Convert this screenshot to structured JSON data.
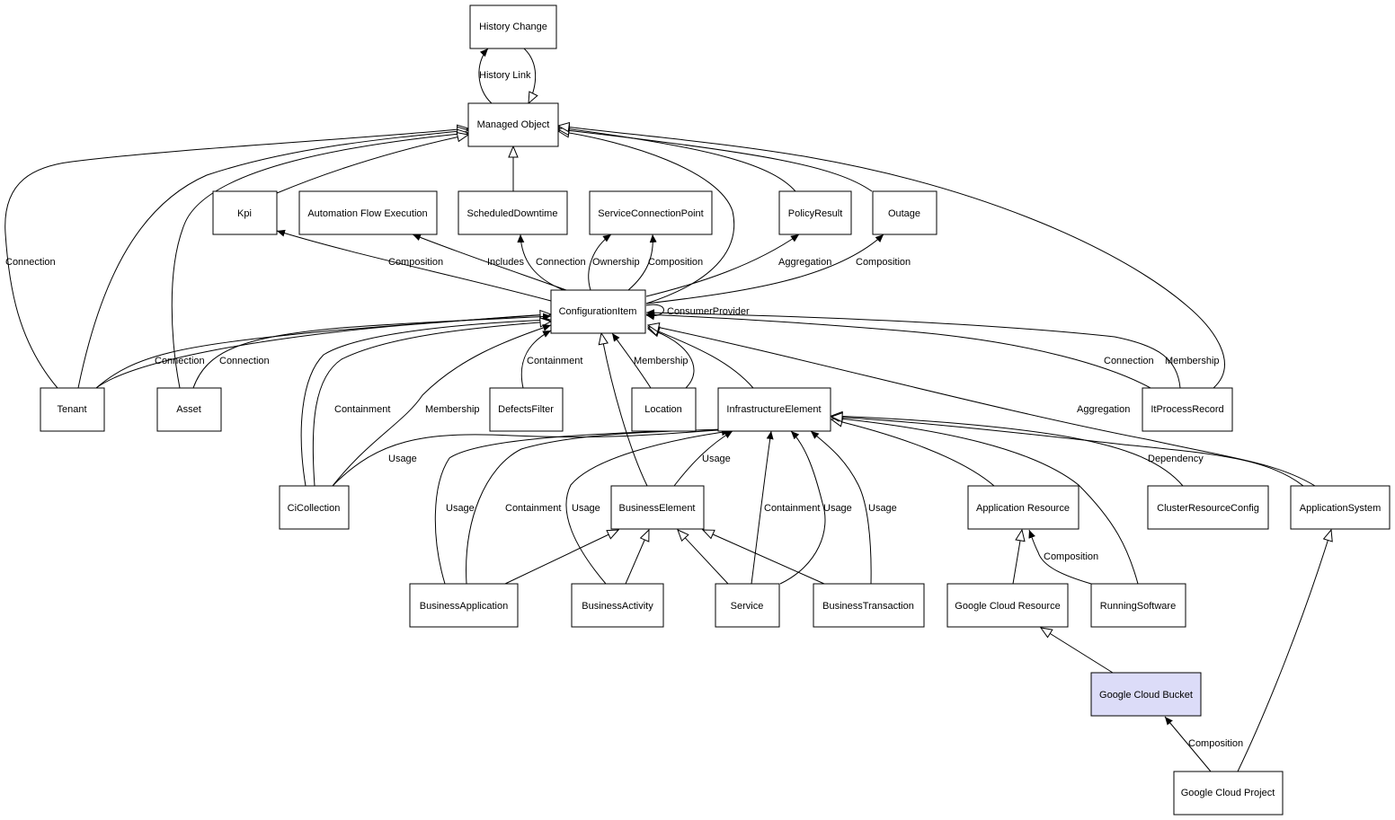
{
  "diagram": {
    "nodes": [
      {
        "id": "history",
        "label": "History Change"
      },
      {
        "id": "managed",
        "label": "Managed Object"
      },
      {
        "id": "kpi",
        "label": "Kpi"
      },
      {
        "id": "afe",
        "label": "Automation Flow Execution"
      },
      {
        "id": "sched",
        "label": "ScheduledDowntime"
      },
      {
        "id": "scp",
        "label": "ServiceConnectionPoint"
      },
      {
        "id": "policy",
        "label": "PolicyResult"
      },
      {
        "id": "outage",
        "label": "Outage"
      },
      {
        "id": "ci",
        "label": "ConfigurationItem"
      },
      {
        "id": "tenant",
        "label": "Tenant"
      },
      {
        "id": "asset",
        "label": "Asset"
      },
      {
        "id": "defects",
        "label": "DefectsFilter"
      },
      {
        "id": "location",
        "label": "Location"
      },
      {
        "id": "infra",
        "label": "InfrastructureElement"
      },
      {
        "id": "itproc",
        "label": "ItProcessRecord"
      },
      {
        "id": "cicoll",
        "label": "CiCollection"
      },
      {
        "id": "bizel",
        "label": "BusinessElement"
      },
      {
        "id": "appres",
        "label": "Application Resource"
      },
      {
        "id": "cluster",
        "label": "ClusterResourceConfig"
      },
      {
        "id": "appsys",
        "label": "ApplicationSystem"
      },
      {
        "id": "bizapp",
        "label": "BusinessApplication"
      },
      {
        "id": "bizact",
        "label": "BusinessActivity"
      },
      {
        "id": "service",
        "label": "Service"
      },
      {
        "id": "biztx",
        "label": "BusinessTransaction"
      },
      {
        "id": "gcres",
        "label": "Google Cloud Resource"
      },
      {
        "id": "running",
        "label": "RunningSoftware"
      },
      {
        "id": "gcbucket",
        "label": "Google Cloud Bucket",
        "highlight": true
      },
      {
        "id": "gcproject",
        "label": "Google Cloud Project"
      }
    ],
    "edge_labels": [
      {
        "id": "history-link",
        "text": "History Link"
      },
      {
        "id": "tenant-mo-connection",
        "text": "Connection"
      },
      {
        "id": "ci-kpi-composition",
        "text": "Composition"
      },
      {
        "id": "ci-afe-includes",
        "text": "Includes"
      },
      {
        "id": "ci-sched-connection",
        "text": "Connection"
      },
      {
        "id": "ci-scp-ownership",
        "text": "Ownership"
      },
      {
        "id": "ci-scp-composition",
        "text": "Composition"
      },
      {
        "id": "ci-policy-aggregation",
        "text": "Aggregation"
      },
      {
        "id": "ci-outage-composition",
        "text": "Composition"
      },
      {
        "id": "ci-consumer-provider",
        "text": "ConsumerProvider"
      },
      {
        "id": "tenant-ci-connection",
        "text": "Connection"
      },
      {
        "id": "asset-ci-connection",
        "text": "Connection"
      },
      {
        "id": "defects-ci-containment",
        "text": "Containment"
      },
      {
        "id": "location-ci-membership",
        "text": "Membership"
      },
      {
        "id": "itproc-ci-connection",
        "text": "Connection"
      },
      {
        "id": "itproc-ci-membership",
        "text": "Membership"
      },
      {
        "id": "cicoll-ci-containment",
        "text": "Containment"
      },
      {
        "id": "cicoll-ci-membership",
        "text": "Membership"
      },
      {
        "id": "appsys-ci-aggregation",
        "text": "Aggregation"
      },
      {
        "id": "cicoll-infra-usage",
        "text": "Usage"
      },
      {
        "id": "bizel-infra-usage",
        "text": "Usage"
      },
      {
        "id": "running-infra-dependency",
        "text": "Dependency"
      },
      {
        "id": "bizapp-infra-usage",
        "text": "Usage"
      },
      {
        "id": "bizapp-infra-containment",
        "text": "Containment"
      },
      {
        "id": "bizact-infra-usage",
        "text": "Usage"
      },
      {
        "id": "service-infra-containment",
        "text": "Containment"
      },
      {
        "id": "service-infra-usage",
        "text": "Usage"
      },
      {
        "id": "biztx-infra-usage",
        "text": "Usage"
      },
      {
        "id": "running-appres-composition",
        "text": "Composition"
      },
      {
        "id": "gcproject-bucket-composition",
        "text": "Composition"
      }
    ]
  }
}
